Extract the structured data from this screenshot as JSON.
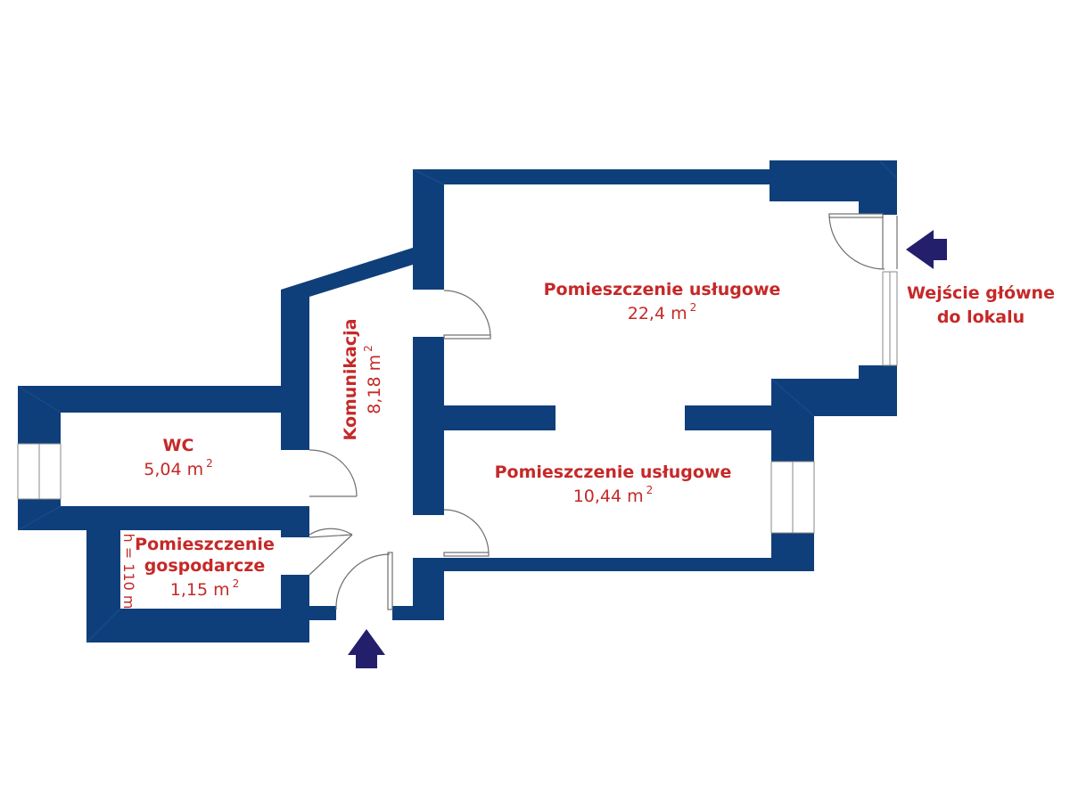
{
  "colors": {
    "wall": "#0f3f7a",
    "label": "#c62828",
    "arrow": "#241f6b"
  },
  "rooms": [
    {
      "id": "main",
      "name": "Pomieszczenie usługowe",
      "area": "22,4 m",
      "unit_sup": "2"
    },
    {
      "id": "second",
      "name": "Pomieszczenie usługowe",
      "area": "10,44 m",
      "unit_sup": "2"
    },
    {
      "id": "corridor",
      "name": "Komunikacja",
      "area": "8,18 m",
      "unit_sup": "2"
    },
    {
      "id": "wc",
      "name": "WC",
      "area": "5,04 m",
      "unit_sup": "2"
    },
    {
      "id": "utility",
      "name_line1": "Pomieszczenie",
      "name_line2": "gospodarcze",
      "area": "1,15 m",
      "unit_sup": "2"
    }
  ],
  "height_note": "h = 110 m",
  "entrance": {
    "line1": "Wejście główne",
    "line2": "do lokalu"
  }
}
